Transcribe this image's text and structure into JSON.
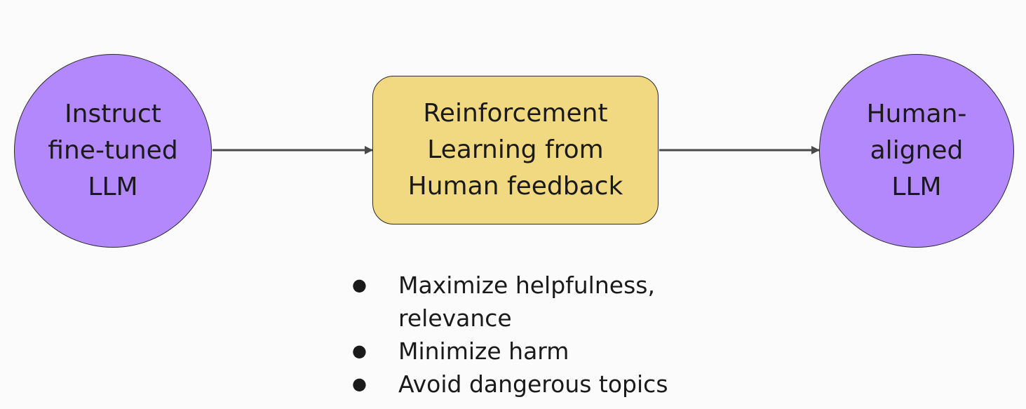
{
  "nodes": {
    "instruct": {
      "label": "Instruct\nfine-tuned\nLLM",
      "fill": "#b388fc"
    },
    "rlhf": {
      "label": "Reinforcement\nLearning from\nHuman feedback",
      "fill": "#f1d981"
    },
    "aligned": {
      "label": "Human-\naligned\nLLM",
      "fill": "#b388fc"
    }
  },
  "edges": [
    {
      "from": "instruct",
      "to": "rlhf"
    },
    {
      "from": "rlhf",
      "to": "aligned"
    }
  ],
  "goals": {
    "bullet": "●",
    "items": [
      "Maximize helpfulness,\nrelevance",
      "Minimize harm",
      "Avoid dangerous topics"
    ]
  },
  "colors": {
    "arrow": "#4a4a4a",
    "node_border": "#2a2a2a"
  }
}
